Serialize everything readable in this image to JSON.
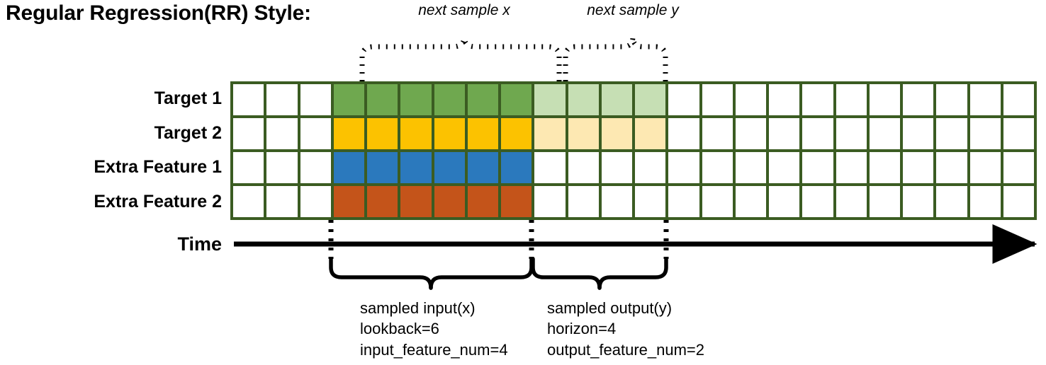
{
  "title": "Regular Regression(RR) Style:",
  "rows": [
    {
      "label": "Target 1",
      "color": "#6fa84f",
      "light_color": "#c6dfb4"
    },
    {
      "label": "Target 2",
      "color": "#fcc200",
      "light_color": "#fde8b2"
    },
    {
      "label": "Extra Feature 1",
      "color": "#2b79bd",
      "light_color": "#ffffff"
    },
    {
      "label": "Extra Feature 2",
      "color": "#c4541a",
      "light_color": "#ffffff"
    }
  ],
  "grid": {
    "total_columns": 24,
    "leading_blank_columns": 3,
    "input_columns": 6,
    "output_columns": 4,
    "trailing_blank_columns": 11,
    "border_color": "#3b5c22",
    "empty_cell_color": "#ffffff"
  },
  "axis": {
    "time_label": "Time"
  },
  "annotations": {
    "top_braces": [
      {
        "caption": "next sample x"
      },
      {
        "caption": "next sample y"
      }
    ],
    "bottom_braces": [
      {
        "lines": [
          "sampled input(x)",
          "lookback=6",
          "input_feature_num=4"
        ]
      },
      {
        "lines": [
          "sampled output(y)",
          "horizon=4",
          "output_feature_num=2"
        ]
      }
    ]
  }
}
